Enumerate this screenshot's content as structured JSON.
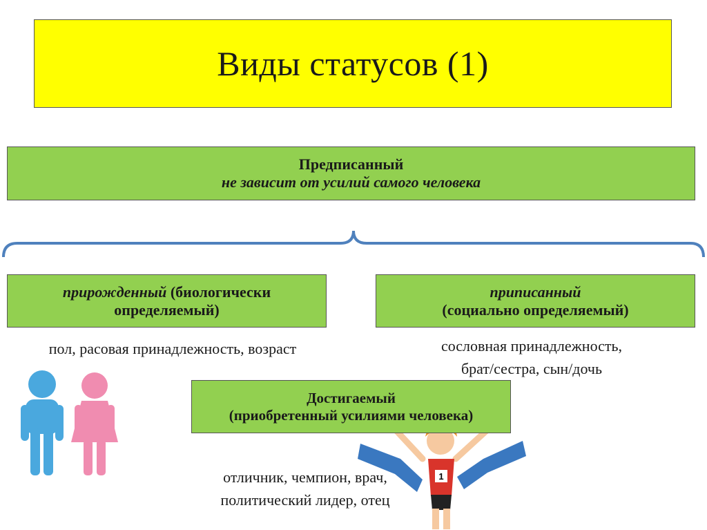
{
  "title": "Виды статусов (1)",
  "prescribed": {
    "label": "Предписанный",
    "description": "не зависит от усилий самого человека"
  },
  "innate": {
    "label_italic": "прирожденный",
    "label_rest": " (биологически",
    "label_line2": "определяемый)",
    "examples": "пол, расовая принадлежность, возраст"
  },
  "ascribed": {
    "label_italic": "приписанный",
    "label_line2": "(социально определяемый)",
    "examples_line1": "сословная принадлежность,",
    "examples_line2": "брат/сестра, сын/дочь"
  },
  "achieved": {
    "label": "Достигаемый",
    "description": "(приобретенный усилиями человека)",
    "examples_line1": "отличник, чемпион, врач,",
    "examples_line2": "политический лидер, отец"
  },
  "runner_bib": "1",
  "colors": {
    "title_bg": "#ffff00",
    "box_bg": "#92d050",
    "brace": "#4f81bd",
    "male_figure": "#4aa8de",
    "female_figure": "#f08cb0",
    "ribbon": "#3a78c0"
  },
  "icons": [
    "male-figure-icon",
    "female-figure-icon",
    "runner-icon",
    "finish-ribbon-icon"
  ]
}
